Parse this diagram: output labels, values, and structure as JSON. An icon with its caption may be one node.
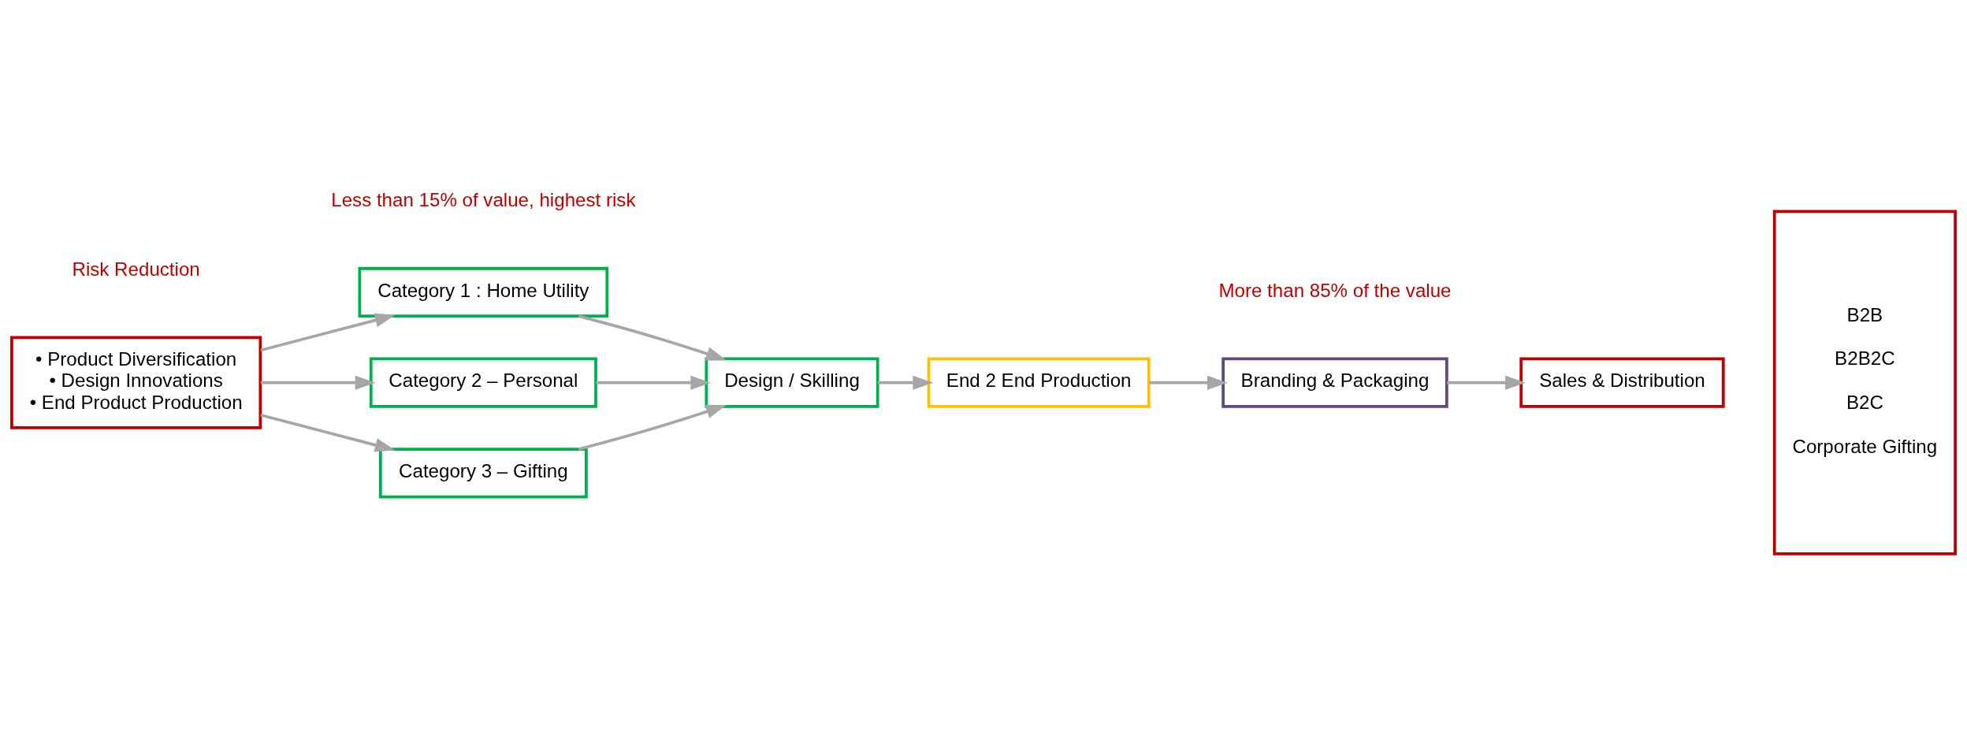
{
  "diagram": {
    "nodes": [
      {
        "text": [
          "• Product Diversification",
          "• Design Innovations",
          "• End Product Production"
        ]
      },
      {
        "text": [
          "Category 1 : Home Utility"
        ]
      },
      {
        "text": [
          "Category 2 – Personal"
        ]
      },
      {
        "text": [
          "Category 3 – Gifting"
        ]
      },
      {
        "text": [
          "Design / Skilling"
        ]
      },
      {
        "text": [
          "End 2 End Production"
        ]
      },
      {
        "text": [
          "Branding & Packaging"
        ]
      },
      {
        "text": [
          "Sales & Distribution"
        ]
      },
      {
        "text": [
          "B2B",
          "B2B2C",
          "B2C",
          "Corporate Gifting"
        ]
      }
    ],
    "edges": [
      {
        "from": 0,
        "to": 1,
        "arrow": "to"
      },
      {
        "from": 0,
        "to": 2,
        "arrow": "to"
      },
      {
        "from": 0,
        "to": 3,
        "arrow": "to"
      },
      {
        "from": 1,
        "to": 4,
        "arrow": "to"
      },
      {
        "from": 2,
        "to": 4,
        "arrow": "to"
      },
      {
        "from": 3,
        "to": 4,
        "arrow": "to"
      },
      {
        "from": 4,
        "to": 5,
        "arrow": "to"
      },
      {
        "from": 5,
        "to": 6,
        "arrow": "to"
      },
      {
        "from": 6,
        "to": 7,
        "arrow": "to"
      }
    ],
    "labels": [
      "Less than 15% of value, highest risk",
      "More than 85% of the value",
      "Risk Reduction"
    ]
  }
}
